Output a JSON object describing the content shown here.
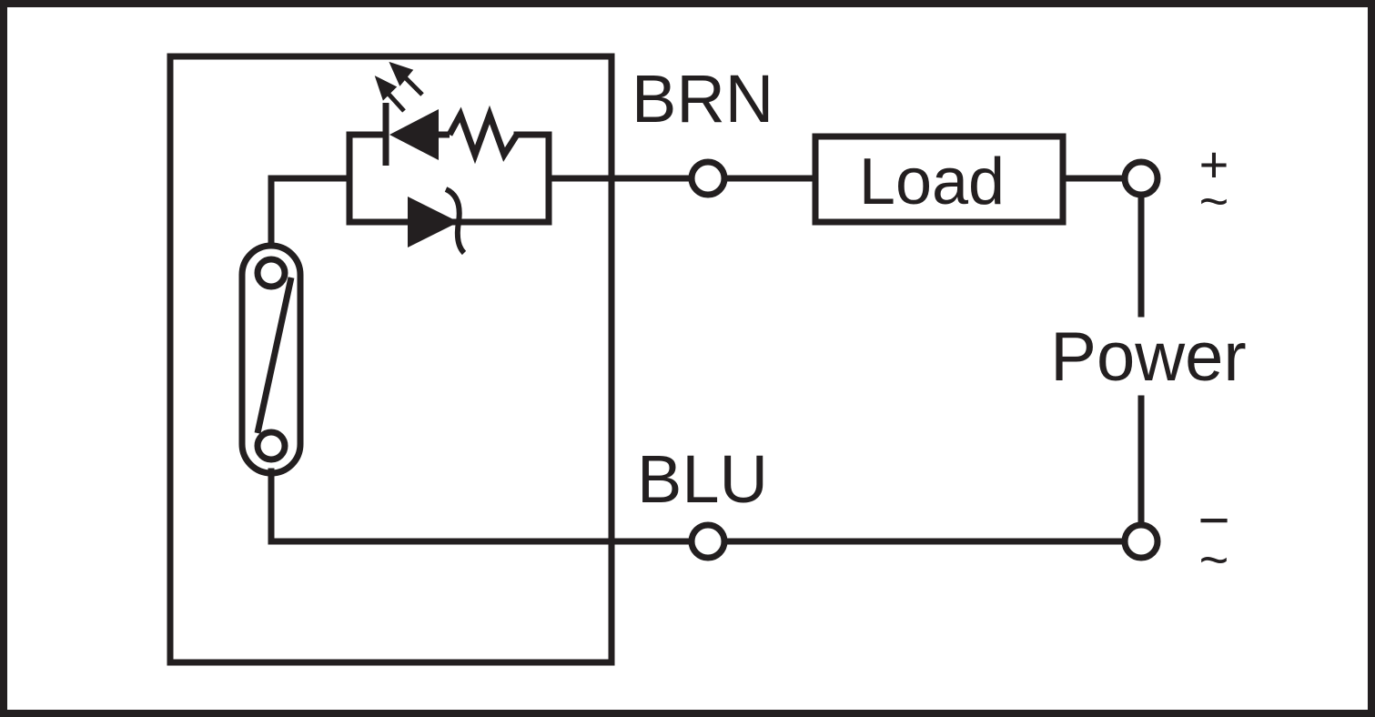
{
  "diagram": {
    "ink_color": "#231f20",
    "background_color": "#ffffff",
    "labels": {
      "brown_wire": "BRN",
      "blue_wire": "BLU",
      "load": "Load",
      "power": "Power",
      "positive_symbol": "+",
      "negative_symbol": "−",
      "ac_symbol_top": "~",
      "ac_symbol_bottom": "~"
    },
    "components": [
      "reed-switch",
      "indicator-led",
      "current-limiting-resistor",
      "zener-diode",
      "load",
      "power-supply"
    ]
  }
}
